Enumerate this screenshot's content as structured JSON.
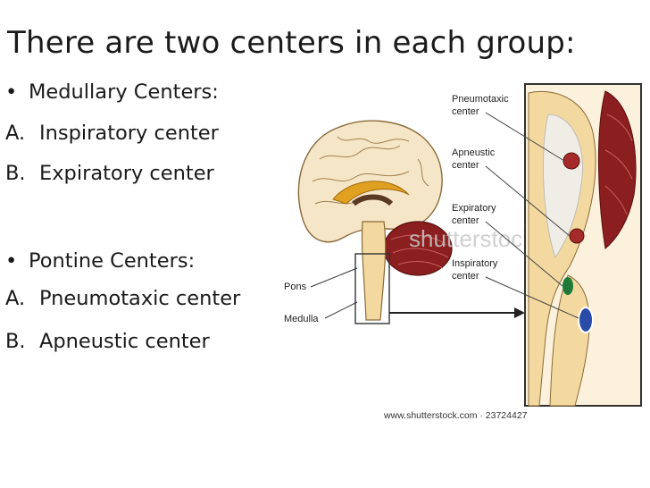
{
  "slide": {
    "title": "There are two centers in each group:",
    "lines": [
      {
        "bullet": "•",
        "text": "Medullary Centers:"
      },
      {
        "marker": "A.",
        "text": "Inspiratory center"
      },
      {
        "marker": "B.",
        "text": "Expiratory center"
      },
      {
        "bullet": "•",
        "text": "Pontine Centers:"
      },
      {
        "marker": "A.",
        "text": "Pneumotaxic center"
      },
      {
        "marker": "B.",
        "text": "Apneustic center"
      }
    ]
  },
  "figure": {
    "labels": {
      "pneumotaxic": [
        "Pneumotaxic",
        "center"
      ],
      "apneustic": [
        "Apneustic",
        "center"
      ],
      "expiratory": [
        "Expiratory",
        "center"
      ],
      "inspiratory": [
        "Inspiratory",
        "center"
      ],
      "pons": "Pons",
      "medulla": "Medulla"
    },
    "watermark": "shutterstock",
    "credit": "www.shutterstock.com · 23724427",
    "colors": {
      "brain_fill": "#f5e6c8",
      "cerebellum": "#8b1e1e",
      "stem": "#f3d9a0",
      "center_red": "#a52a2a",
      "center_green": "#1f7a3a",
      "center_blue": "#2a4aa8"
    }
  }
}
